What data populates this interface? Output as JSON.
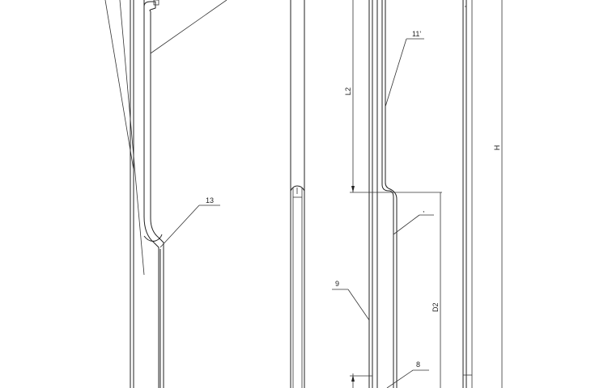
{
  "drawing": {
    "labels": {
      "l13": "13",
      "l11": "11'",
      "l9": "9",
      "l8": "8",
      "lmark": ",",
      "dimL2": "L2",
      "dimD2": "D2",
      "dimH": "H"
    }
  }
}
